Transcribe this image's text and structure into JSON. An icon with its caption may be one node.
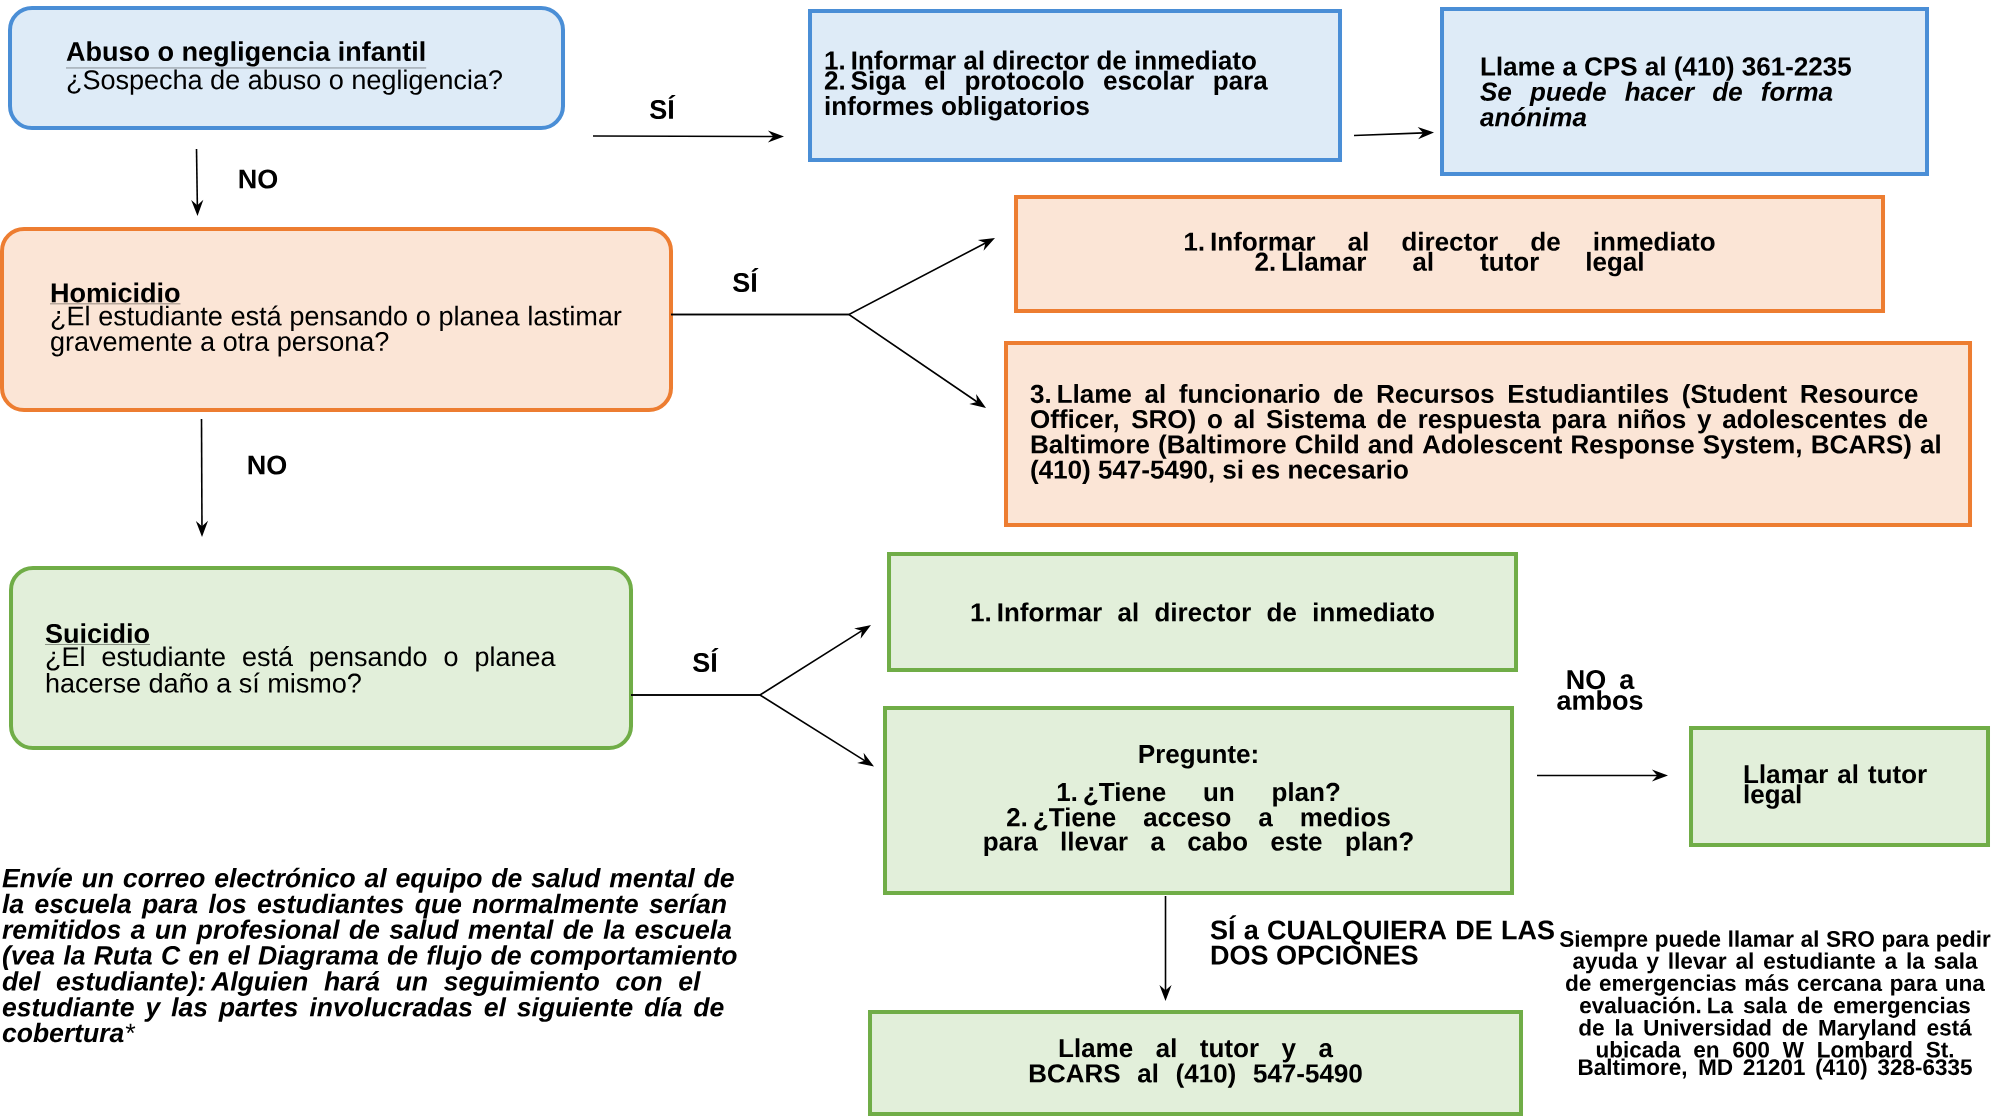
{
  "diagram": {
    "nodes": [
      {
        "text": [
          "Abuso o negligencia infantil",
          "¿Sospecha de abuso o negligencia?"
        ]
      },
      {
        "text": [
          "1. Informar al director de inmediato",
          "2. Siga el protocolo escolar para informes obligatorios"
        ]
      },
      {
        "text": [
          "Llame a CPS al (410) 361-2235",
          "Se puede hacer de forma anónima"
        ]
      },
      {
        "text": [
          "Homicidio",
          "¿El estudiante está pensando o planea lastimar gravemente a otra persona?"
        ]
      },
      {
        "text": [
          "1.   Informar al director de inmediato",
          "2.   Llamar al tutor legal"
        ]
      },
      {
        "text": [
          "3. Llame al funcionario de Recursos Estudiantiles (Student Resource Officer, SRO) o al Sistema de respuesta para niños y adolescentes de Baltimore (Baltimore Child and Adolescent Response System, BCARS) al (410) 547-5490, si es necesario"
        ]
      },
      {
        "text": [
          "Suicidio",
          "¿El estudiante está pensando o planea hacerse daño a sí mismo?"
        ]
      },
      {
        "text": [
          "1. Informar al director de inmediato"
        ]
      },
      {
        "text": [
          "Pregunte:",
          "1. ¿Tiene un plan?",
          "2. ¿Tiene acceso a medios para llevar a cabo este plan?"
        ]
      },
      {
        "text": [
          "Llamar al tutor legal"
        ]
      },
      {
        "text": [
          "Llame al tutor y a BCARS al (410) 547-5490"
        ]
      }
    ],
    "edges": [
      {
        "from": 0,
        "to": 1,
        "arrow": "to",
        "label": "SÍ"
      },
      {
        "from": 1,
        "to": 2,
        "arrow": "to"
      },
      {
        "from": 0,
        "to": 3,
        "arrow": "to",
        "label": "NO"
      },
      {
        "from": 3,
        "to": 4,
        "arrow": "to",
        "label": "SÍ"
      },
      {
        "from": 3,
        "to": 5,
        "arrow": "to"
      },
      {
        "from": 3,
        "to": 6,
        "arrow": "to",
        "label": "NO"
      },
      {
        "from": 6,
        "to": 7,
        "arrow": "to",
        "label": "SÍ"
      },
      {
        "from": 6,
        "to": 8,
        "arrow": "to"
      },
      {
        "from": 8,
        "to": 9,
        "arrow": "to",
        "label": "NO a ambos"
      },
      {
        "from": 8,
        "to": 10,
        "arrow": "to",
        "label": "SÍ a CUALQUIERA DE LAS DOS OPCIONES"
      }
    ],
    "labels": [
      "**Envíe un correo electrónico al equipo de salud mental de la escuela para los estudiantes que normalmente serían remitidos a un profesional de salud mental de la escuela (vea la Ruta C en el Diagrama de flujo de comportamiento del estudiante): Alguien hará un seguimiento con el estudiante y las partes involucradas el siguiente día de cobertura***",
      "Siempre puede llamar al SRO para pedir ayuda y llevar al estudiante a la sala de emergencias más cercana para una evaluación. La sala de emergencias de la Universidad de Maryland está ubicada en 600 W Lombard St. Baltimore, MD 21201 (410) 328-6335"
    ]
  }
}
